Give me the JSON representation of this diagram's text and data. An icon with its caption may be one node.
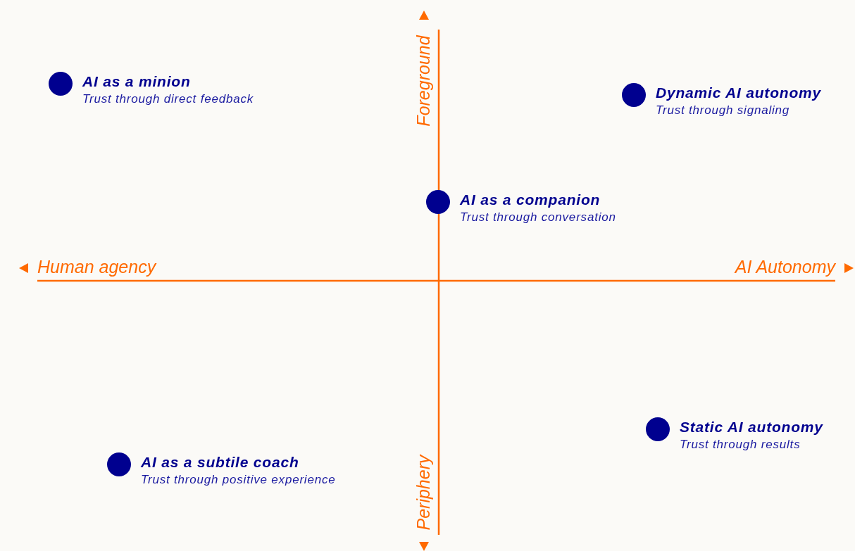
{
  "diagram": {
    "nodes": [
      {
        "text": [
          "AI as a minion",
          "Trust through direct feedback"
        ]
      },
      {
        "text": [
          "Dynamic AI autonomy",
          "Trust through signaling"
        ]
      },
      {
        "text": [
          "AI as a companion",
          "Trust through conversation"
        ]
      },
      {
        "text": [
          "Static AI autonomy",
          "Trust through results"
        ]
      },
      {
        "text": [
          "AI as a subtile coach",
          "Trust through positive experience"
        ]
      }
    ],
    "edges": [],
    "labels": [
      "Foreground",
      "Human agency",
      "AI Autonomy",
      "Periphery"
    ]
  }
}
